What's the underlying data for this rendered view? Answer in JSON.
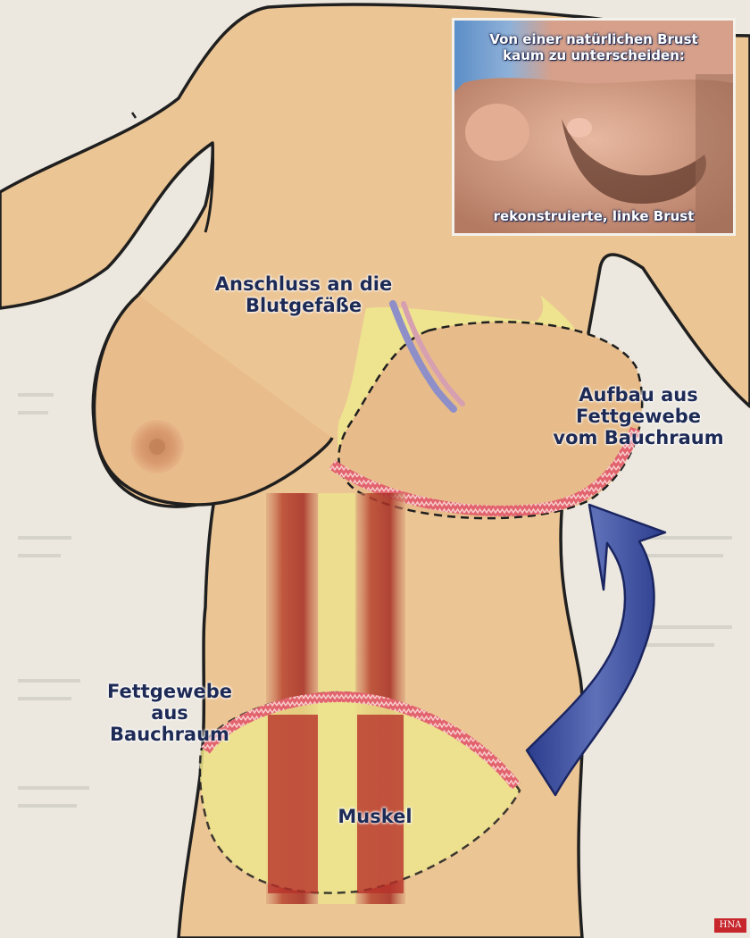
{
  "labels": {
    "vessels": [
      "Anschluss an die",
      "Blutgefäße"
    ],
    "build": [
      "Aufbau aus",
      "Fettgewebe",
      "vom Bauchraum"
    ],
    "fat": [
      "Fettgewebe",
      "aus",
      "Bauchraum"
    ],
    "muscle": "Muskel"
  },
  "inset": {
    "caption_top": [
      "Von einer natürlichen Brust",
      "kaum zu unterscheiden:"
    ],
    "caption_bottom": "rekonstruierte, linke Brust"
  },
  "credit": "HNA",
  "colors": {
    "skin": "#ecc594",
    "skin_shadow": "#e3b47f",
    "outline": "#1f1f1f",
    "fat_yellow": "#eee58e",
    "muscle_red": "#b8322a",
    "seam": "#d84a55",
    "arrow": "#3d4fa0",
    "label": "#1d2a55"
  },
  "icons": [
    "curved-arrow-icon"
  ]
}
